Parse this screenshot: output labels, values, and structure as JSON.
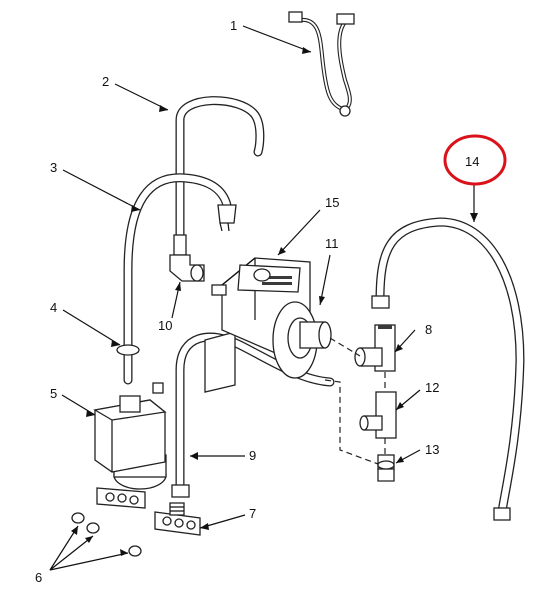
{
  "callouts": {
    "c1": "1",
    "c2": "2",
    "c3": "3",
    "c4": "4",
    "c5": "5",
    "c6": "6",
    "c7": "7",
    "c8": "8",
    "c9": "9",
    "c10": "10",
    "c11": "11",
    "c12": "12",
    "c13": "13",
    "c14": "14",
    "c15": "15"
  },
  "highlight": {
    "target": "14",
    "color": "#d9121b"
  },
  "colors": {
    "line": "#111111",
    "background": "#ffffff"
  }
}
